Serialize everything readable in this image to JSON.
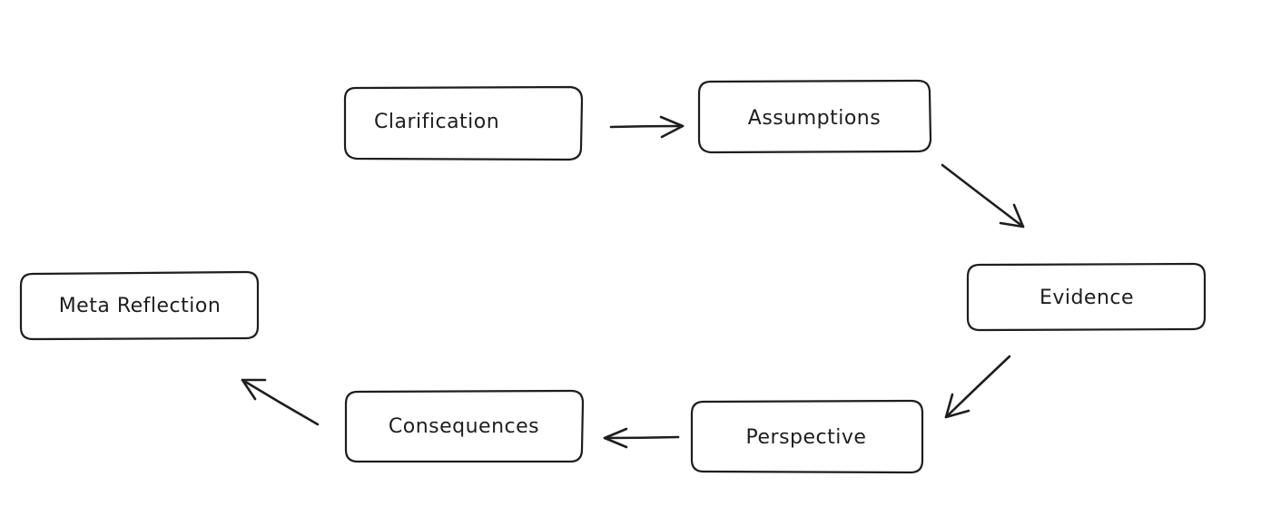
{
  "diagram": {
    "nodes": [
      {
        "id": "clarification",
        "label": "Clarification"
      },
      {
        "id": "assumptions",
        "label": "Assumptions"
      },
      {
        "id": "evidence",
        "label": "Evidence"
      },
      {
        "id": "perspective",
        "label": "Perspective"
      },
      {
        "id": "consequences",
        "label": "Consequences"
      },
      {
        "id": "meta-reflection",
        "label": "Meta Reflection"
      }
    ],
    "edges": [
      {
        "from": "clarification",
        "to": "assumptions"
      },
      {
        "from": "assumptions",
        "to": "evidence"
      },
      {
        "from": "evidence",
        "to": "perspective"
      },
      {
        "from": "perspective",
        "to": "consequences"
      },
      {
        "from": "consequences",
        "to": "meta-reflection"
      }
    ],
    "stroke_color": "#1e1e1e",
    "fill_color": "#ffffff"
  }
}
